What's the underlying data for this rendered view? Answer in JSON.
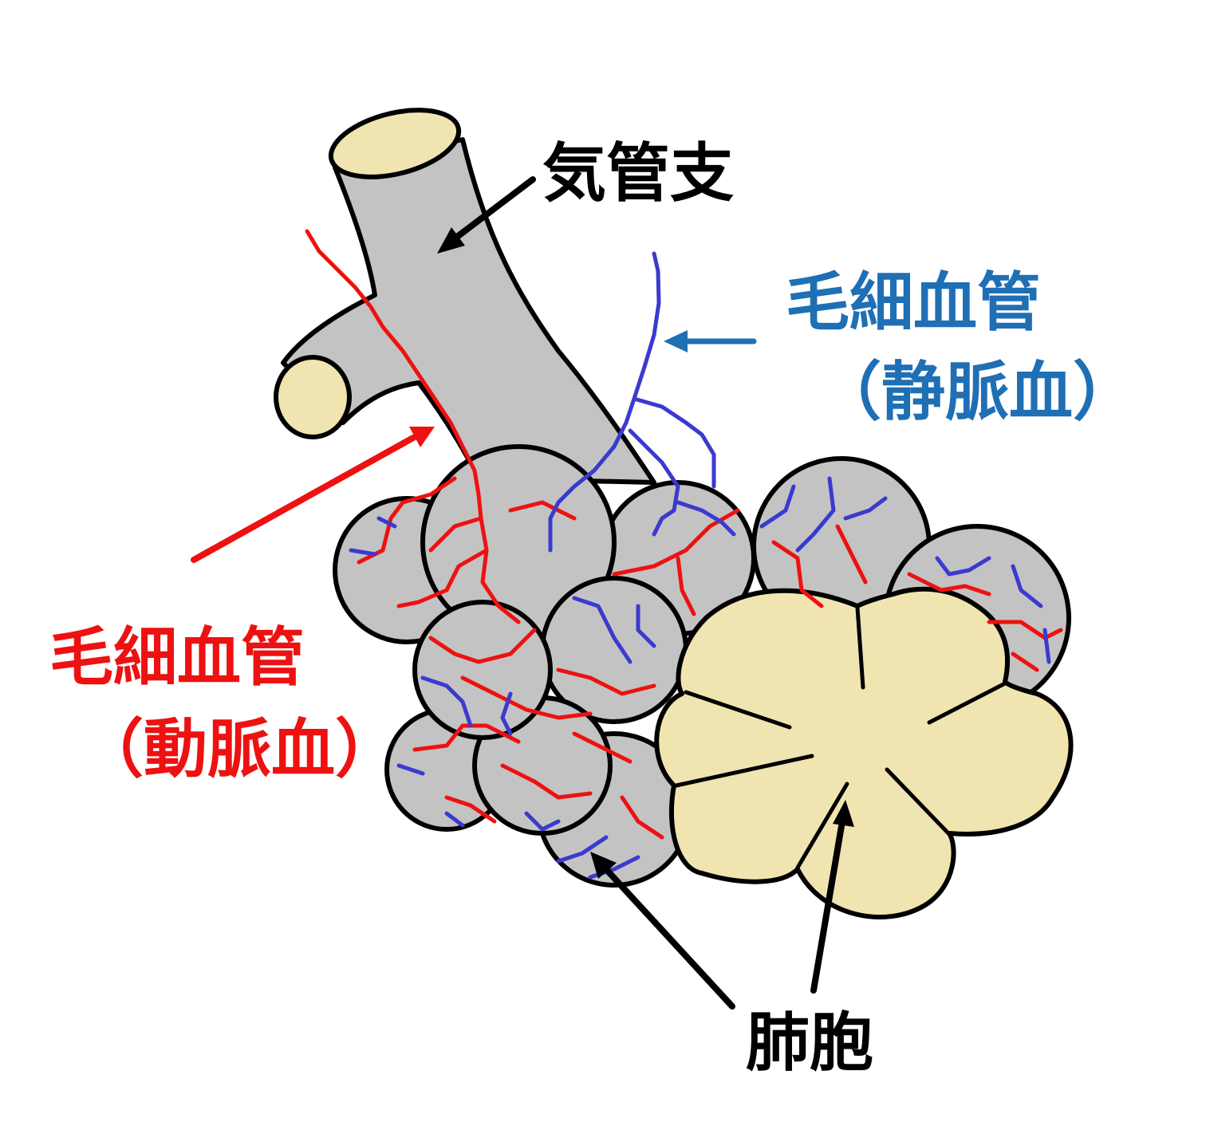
{
  "labels": {
    "bronchus": "気管支",
    "venous_capillary_line1": "毛細血管",
    "venous_capillary_line2": "（静脈血）",
    "arterial_capillary_line1": "毛細血管",
    "arterial_capillary_line2": "（動脈血）",
    "alveolus": "肺胞"
  },
  "colors": {
    "tissue_gray": "#c3c3c3",
    "cut_surface_cream": "#f0e4b0",
    "outline": "#000000",
    "artery_red": "#ee1111",
    "vein_blue": "#3a3ad0",
    "label_blue": "#1f6fb5",
    "label_red": "#ee1111"
  }
}
